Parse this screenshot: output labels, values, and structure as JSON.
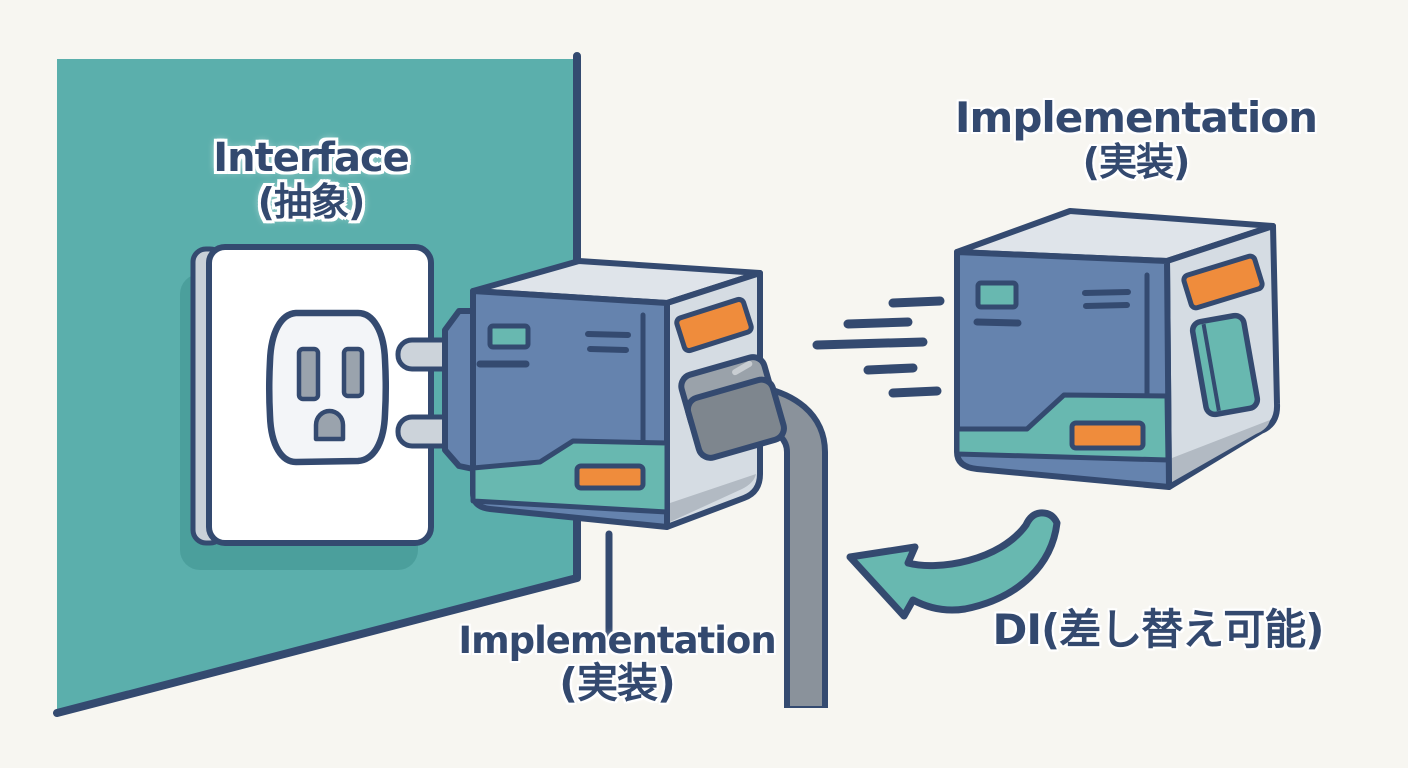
{
  "scene": {
    "labels": {
      "interface": {
        "line1": "Interface",
        "line2": "(抽象)"
      },
      "implementation_top": {
        "line1": "Implementation",
        "line2": "(実装)"
      },
      "implementation_bottom": {
        "line1": "Implementation",
        "line2": "(実装)"
      },
      "di": {
        "text": "DI(差し替え可能)"
      }
    },
    "icons": {
      "outlet": "wall-outlet-icon",
      "plug_module": "plugged-adapter-box-icon",
      "floating_module": "swappable-module-box-icon",
      "arrow": "curved-swap-arrow-icon",
      "motion": "speed-lines-icon"
    },
    "colors": {
      "background": "#f7f6f1",
      "wall": "#5bafac",
      "wall_shadow": "#4b9f9c",
      "outline": "#344a70",
      "text": "#33496f",
      "halo": "#ffffff",
      "plate": "#ffffff",
      "plate_edge": "#c9d0d8",
      "socket_face": "#f3f5f8",
      "slot": "#9aa3ad",
      "box_front": "#6583ae",
      "box_top": "#dfe4ea",
      "box_side": "#d5dce3",
      "box_side_shade": "#b2bac3",
      "accent_teal": "#68b8b0",
      "accent_orange": "#ef8c3c",
      "prong": "#ccd3da",
      "cord": "#8a929b",
      "connector": "#7e868e",
      "connector_top": "#9aa2aa",
      "connector_highlight": "#c8cdd2"
    }
  }
}
